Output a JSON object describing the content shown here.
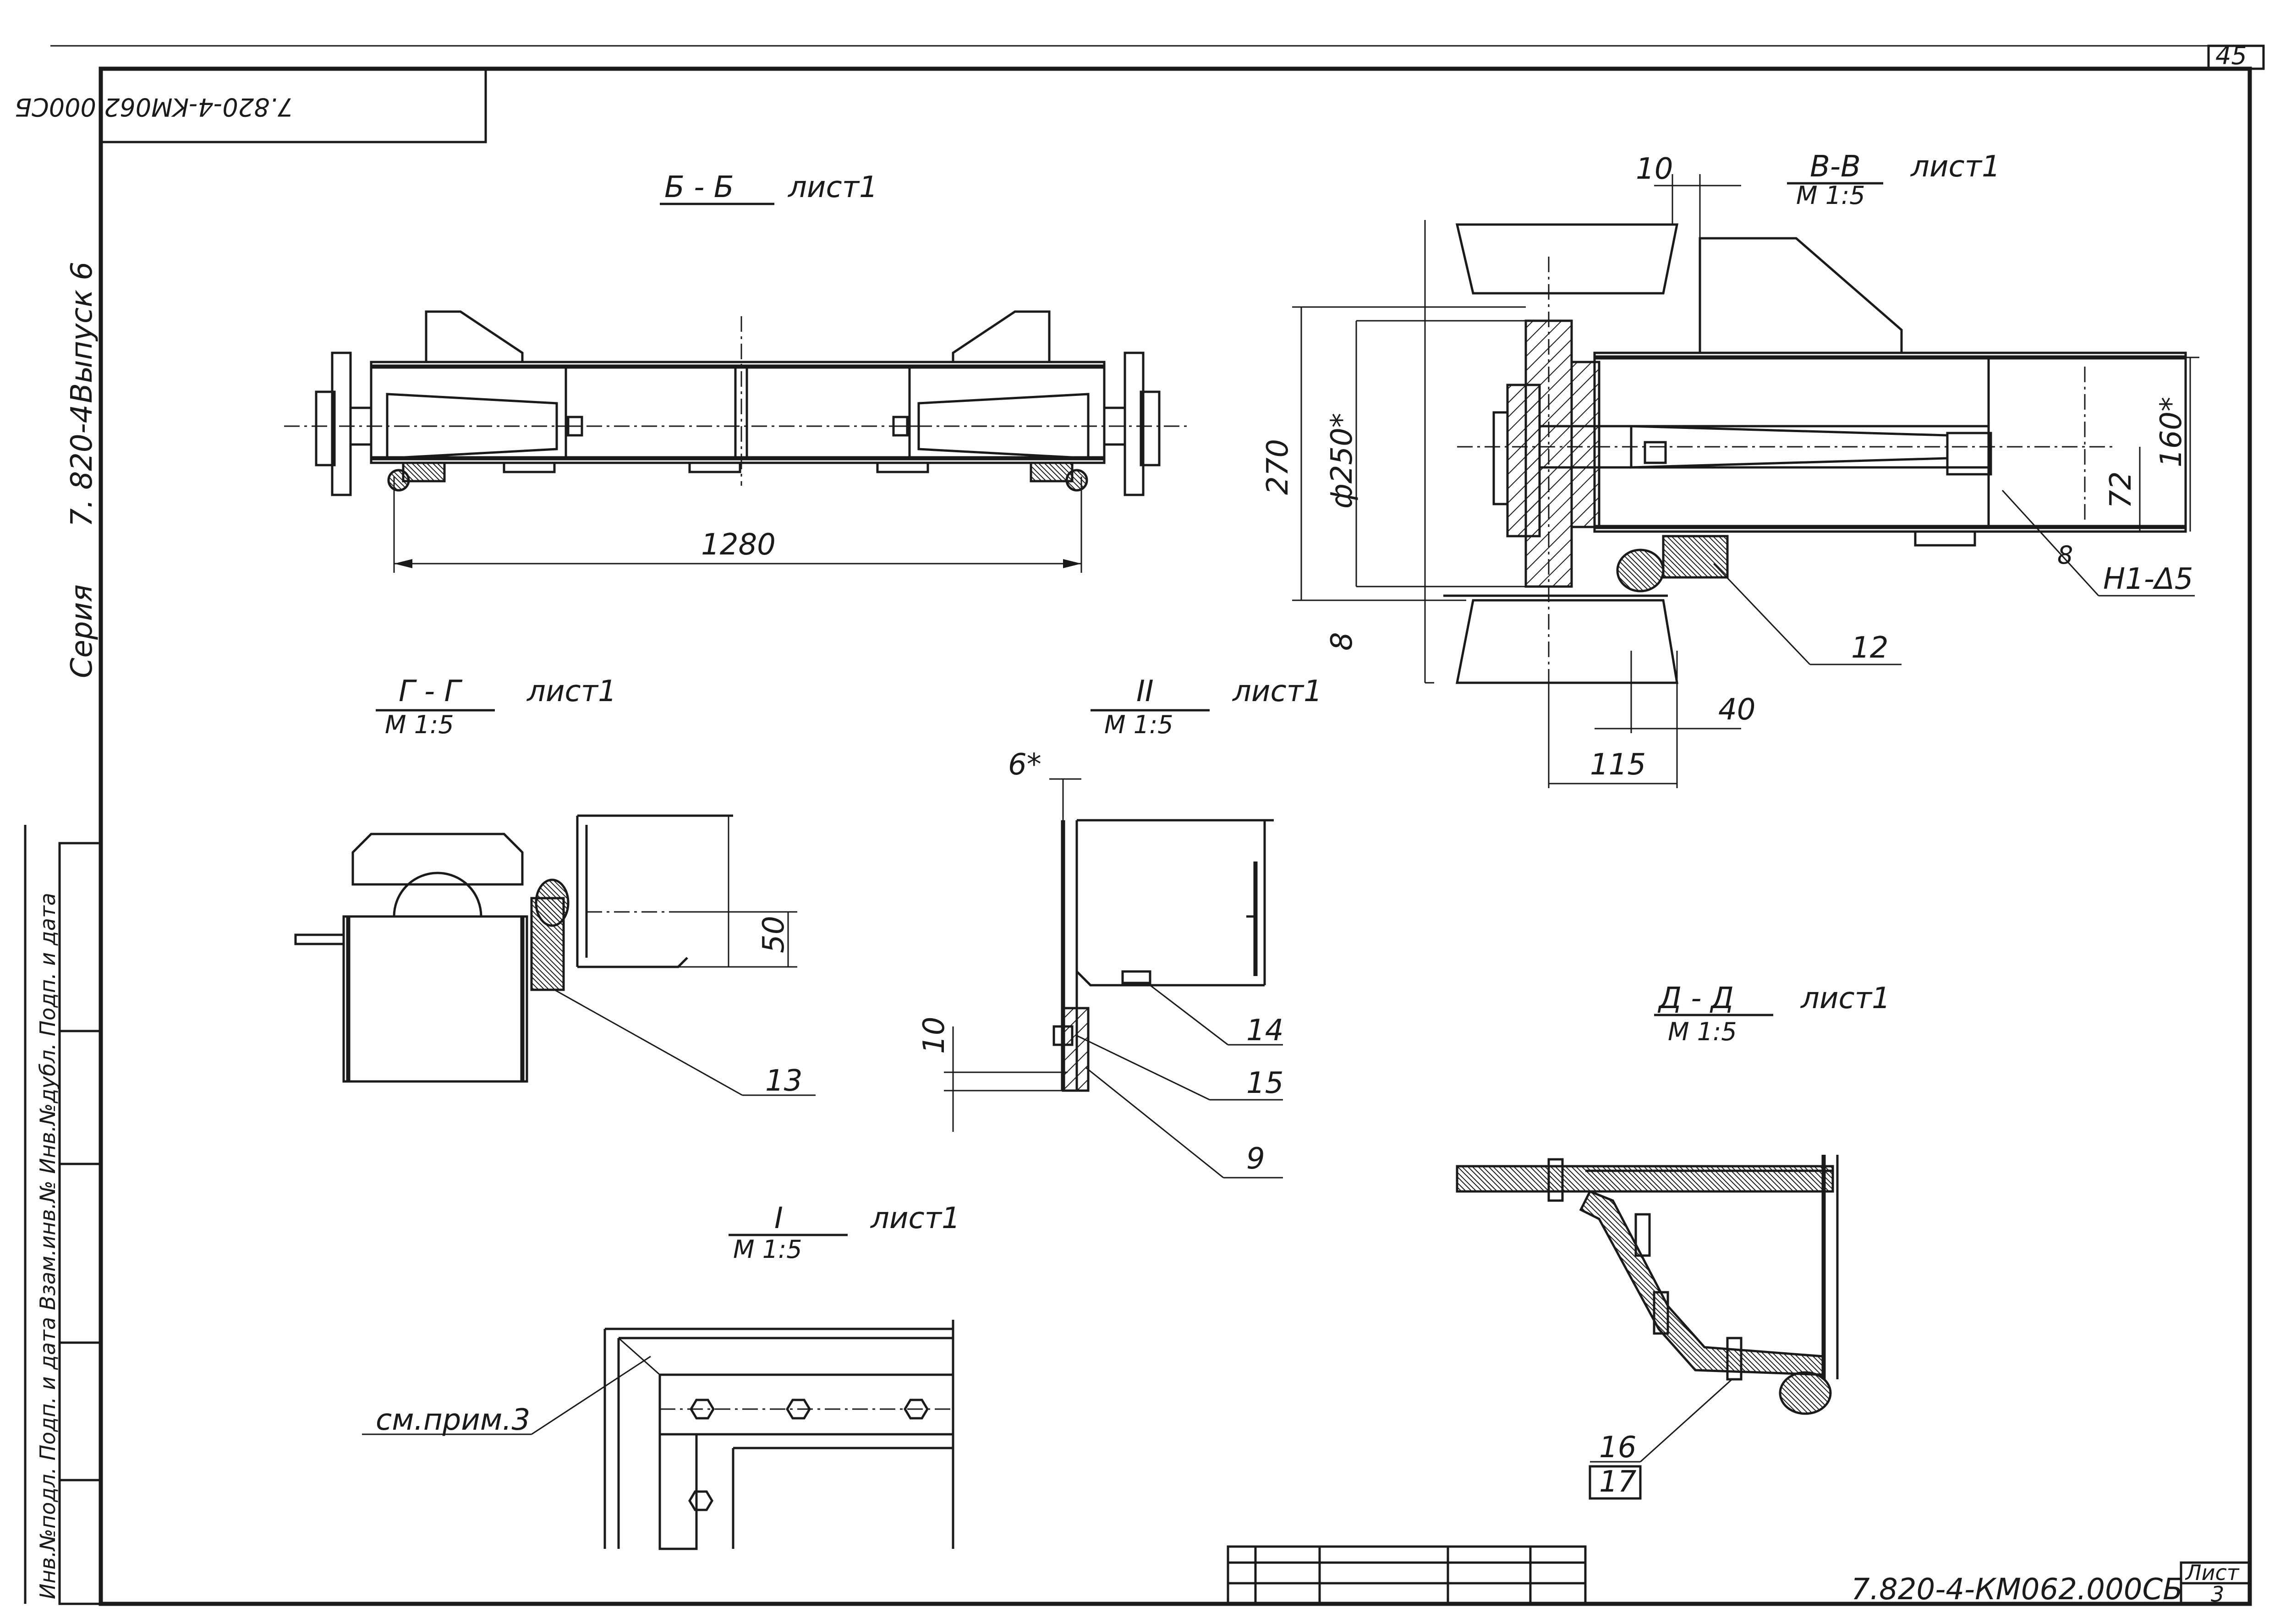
{
  "sheet": {
    "number": "45",
    "stamp_code": "7.820-4-KM062.000СБ",
    "title_code": "7.820-4-КМ062.000СБ",
    "sheet_label": "Лист",
    "sheet_value": "3"
  },
  "side_strip": {
    "series": "Серия",
    "series_code": "7. 820-4",
    "issue": "Выпуск 6",
    "archive_line": "Инв.№подл.   Подп. и дата   Взам.инв.№   Инв.№дубл.   Подп. и дата"
  },
  "views": {
    "bb": {
      "title": "Б - Б",
      "sheet_ref": "лист1",
      "dim_length": "1280"
    },
    "vv": {
      "title": "В-В",
      "sheet_ref": "лист1",
      "scale": "М 1:5",
      "dim_top": "10",
      "dim_height": "270",
      "dim_dia": "ф250*",
      "dim_right": "160*",
      "dim_mid": "72",
      "dim_gap": "8",
      "dim_bottom_a": "40",
      "dim_bottom_b": "115",
      "callout_weld": "Н1-Δ5",
      "callout_weld_num": "8",
      "callout_12": "12"
    },
    "gg": {
      "title": "Г - Г",
      "sheet_ref": "лист1",
      "scale": "М 1:5",
      "dim_50": "50",
      "callout_13": "13"
    },
    "ii": {
      "title": "II",
      "sheet_ref": "лист1",
      "scale": "М 1:5",
      "dim_6": "6*",
      "dim_10": "10",
      "callout_14": "14",
      "callout_15": "15",
      "callout_9": "9"
    },
    "dd": {
      "title": "Д - Д",
      "sheet_ref": "лист1",
      "scale": "М 1:5",
      "callout_16": "16",
      "callout_17": "17"
    },
    "i": {
      "title": "I",
      "sheet_ref": "лист1",
      "scale": "М 1:5",
      "note": "см.прим.3"
    }
  }
}
